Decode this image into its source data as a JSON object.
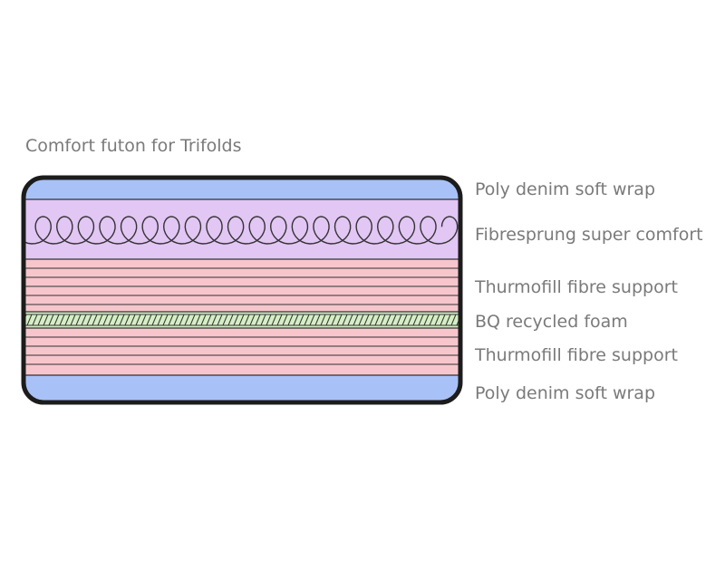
{
  "title": "Comfort futon for Trifolds",
  "colors": {
    "outline": "#1c1c1c",
    "denim": "#a8c2f7",
    "fibre": "#e2c6f4",
    "support": "#f6c6cc",
    "foam": "#d5efc4",
    "line": "#333333"
  },
  "layers": [
    {
      "label": "Poly denim soft wrap"
    },
    {
      "label": "Fibresprung super comfort"
    },
    {
      "label": "Thurmofill fibre support"
    },
    {
      "label": "BQ recycled foam"
    },
    {
      "label": "Thurmofill fibre support"
    },
    {
      "label": "Poly denim soft wrap"
    }
  ]
}
